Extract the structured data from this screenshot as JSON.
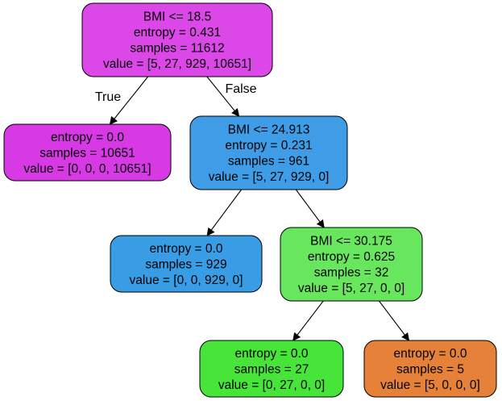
{
  "tree": {
    "nodes": [
      {
        "id": "root",
        "lines": [
          "BMI <= 18.5",
          "entropy = 0.431",
          "samples = 11612",
          "value = [5, 27, 929, 10651]"
        ],
        "fill": "#dc47e8"
      },
      {
        "id": "leaf-left-1",
        "lines": [
          "entropy = 0.0",
          "samples = 10651",
          "value = [0, 0, 0, 10651]"
        ],
        "fill": "#d739e5"
      },
      {
        "id": "split-bmi-24",
        "lines": [
          "BMI <= 24.913",
          "entropy = 0.231",
          "samples = 961",
          "value = [5, 27, 929, 0]"
        ],
        "fill": "#3e9de6"
      },
      {
        "id": "leaf-929",
        "lines": [
          "entropy = 0.0",
          "samples = 929",
          "value = [0, 0, 929, 0]"
        ],
        "fill": "#399de5"
      },
      {
        "id": "split-bmi-30",
        "lines": [
          "BMI <= 30.175",
          "entropy = 0.625",
          "samples = 32",
          "value = [5, 27, 0, 0]"
        ],
        "fill": "#68e65e"
      },
      {
        "id": "leaf-27",
        "lines": [
          "entropy = 0.0",
          "samples = 27",
          "value = [0, 27, 0, 0]"
        ],
        "fill": "#47e539"
      },
      {
        "id": "leaf-5",
        "lines": [
          "entropy = 0.0",
          "samples = 5",
          "value = [5, 0, 0, 0]"
        ],
        "fill": "#e58139"
      }
    ],
    "edges": [
      {
        "from": "root",
        "to": "leaf-left-1",
        "label": "True"
      },
      {
        "from": "root",
        "to": "split-bmi-24",
        "label": "False"
      },
      {
        "from": "split-bmi-24",
        "to": "leaf-929",
        "label": ""
      },
      {
        "from": "split-bmi-24",
        "to": "split-bmi-30",
        "label": ""
      },
      {
        "from": "split-bmi-30",
        "to": "leaf-27",
        "label": ""
      },
      {
        "from": "split-bmi-30",
        "to": "leaf-5",
        "label": ""
      }
    ]
  }
}
